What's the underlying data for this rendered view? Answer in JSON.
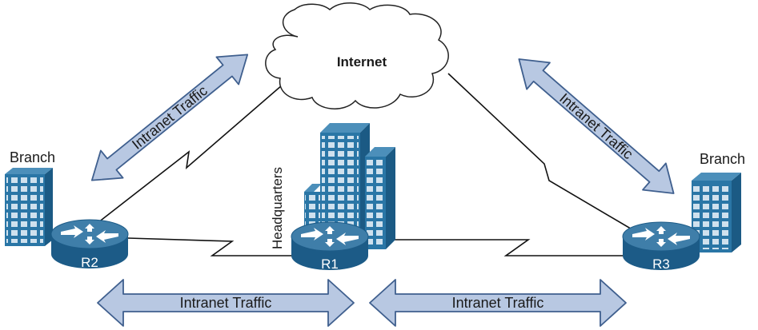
{
  "cloud": {
    "label": "Internet"
  },
  "headquarters": {
    "label": "Headquarters"
  },
  "branches": {
    "left_label": "Branch",
    "right_label": "Branch"
  },
  "routers": {
    "r1": "R1",
    "r2": "R2",
    "r3": "R3"
  },
  "traffic": {
    "upper_left": "Intranet Traffic",
    "upper_right": "Intranet Traffic",
    "bottom_left": "Intranet Traffic",
    "bottom_right": "Intranet Traffic"
  },
  "colors": {
    "arrow_fill": "#b8c8e2",
    "arrow_stroke": "#3f5f8e",
    "router_top": "#3f7ea9",
    "router_side": "#1c5b87",
    "building_front": "#2a76a6",
    "building_side": "#1b5a84",
    "building_window": "#cfe1ee",
    "link": "#111111"
  }
}
